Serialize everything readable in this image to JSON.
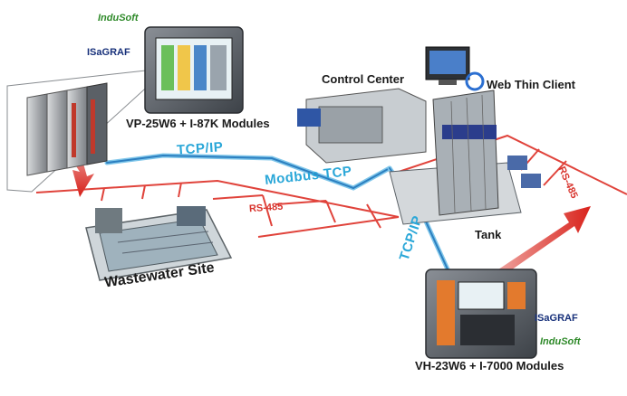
{
  "labels": {
    "control_center": "Control Center",
    "web_thin_client": "Web Thin Client",
    "vp_device": "VP-25W6 + I-87K Modules",
    "vh_device": "VH-23W6 + I-7000 Modules",
    "wastewater": "Wastewater Site",
    "tank": "Tank",
    "tcpip_top": "TCP/IP",
    "tcpip_right": "TCP/IP",
    "modbus": "Modbus TCP",
    "rs485_mid": "RS-485",
    "rs485_right": "RS-485"
  },
  "logos": {
    "indusoft_top": "InduSoft",
    "isagraf_top": "ISaGRAF",
    "isagraf_bottom": "ISaGRAF",
    "indusoft_bottom": "InduSoft"
  },
  "icons": {
    "web": "ie-globe-icon",
    "touch_panel": "touch-panel-icon",
    "io_modules": "io-module-rack-icon"
  },
  "colors": {
    "ethernet": "#2aa7d8",
    "rs485": "#d8332c",
    "text": "#1a1a1a"
  }
}
